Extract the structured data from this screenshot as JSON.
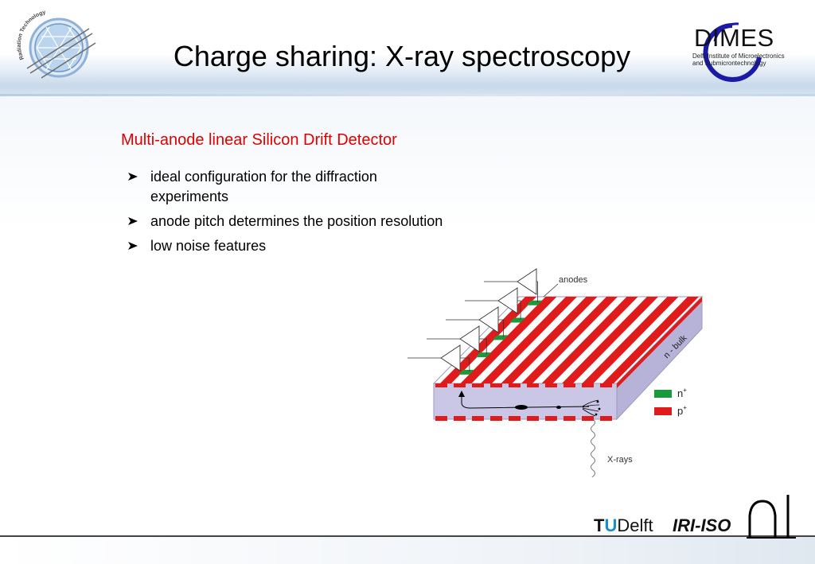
{
  "slide": {
    "title": "Charge sharing: X-ray spectroscopy",
    "subtitle": "Multi-anode linear Silicon Drift Detector",
    "bullets": [
      "ideal configuration for the diffraction experiments",
      "anode pitch determines the position resolution",
      "low noise features"
    ]
  },
  "logos": {
    "left_ring_text": "Radiation Technology",
    "dimes_name": "DIMES",
    "dimes_line1": "Delft Institute of Microelectronics",
    "dimes_line2": "and Submicrontechnology",
    "tudelft_t": "T",
    "tudelft_u": "U",
    "tudelft_rest": "Delft",
    "iriiso": "IRI-ISO"
  },
  "diagram": {
    "label_anodes": "anodes",
    "label_bulk": "n - bulk",
    "label_xrays": "X-rays",
    "legend": [
      {
        "label": "n",
        "sup": "+",
        "color": "#1a9a3a"
      },
      {
        "label": "p",
        "sup": "+",
        "color": "#e01b1b"
      }
    ],
    "colors": {
      "bulk_front": "#c9c6e6",
      "bulk_top": "#ffffff",
      "strip_p": "#e01b1b",
      "anode_n": "#1a9a3a"
    }
  },
  "theme": {
    "title_color": "#000000",
    "subtitle_color": "#e00000"
  }
}
